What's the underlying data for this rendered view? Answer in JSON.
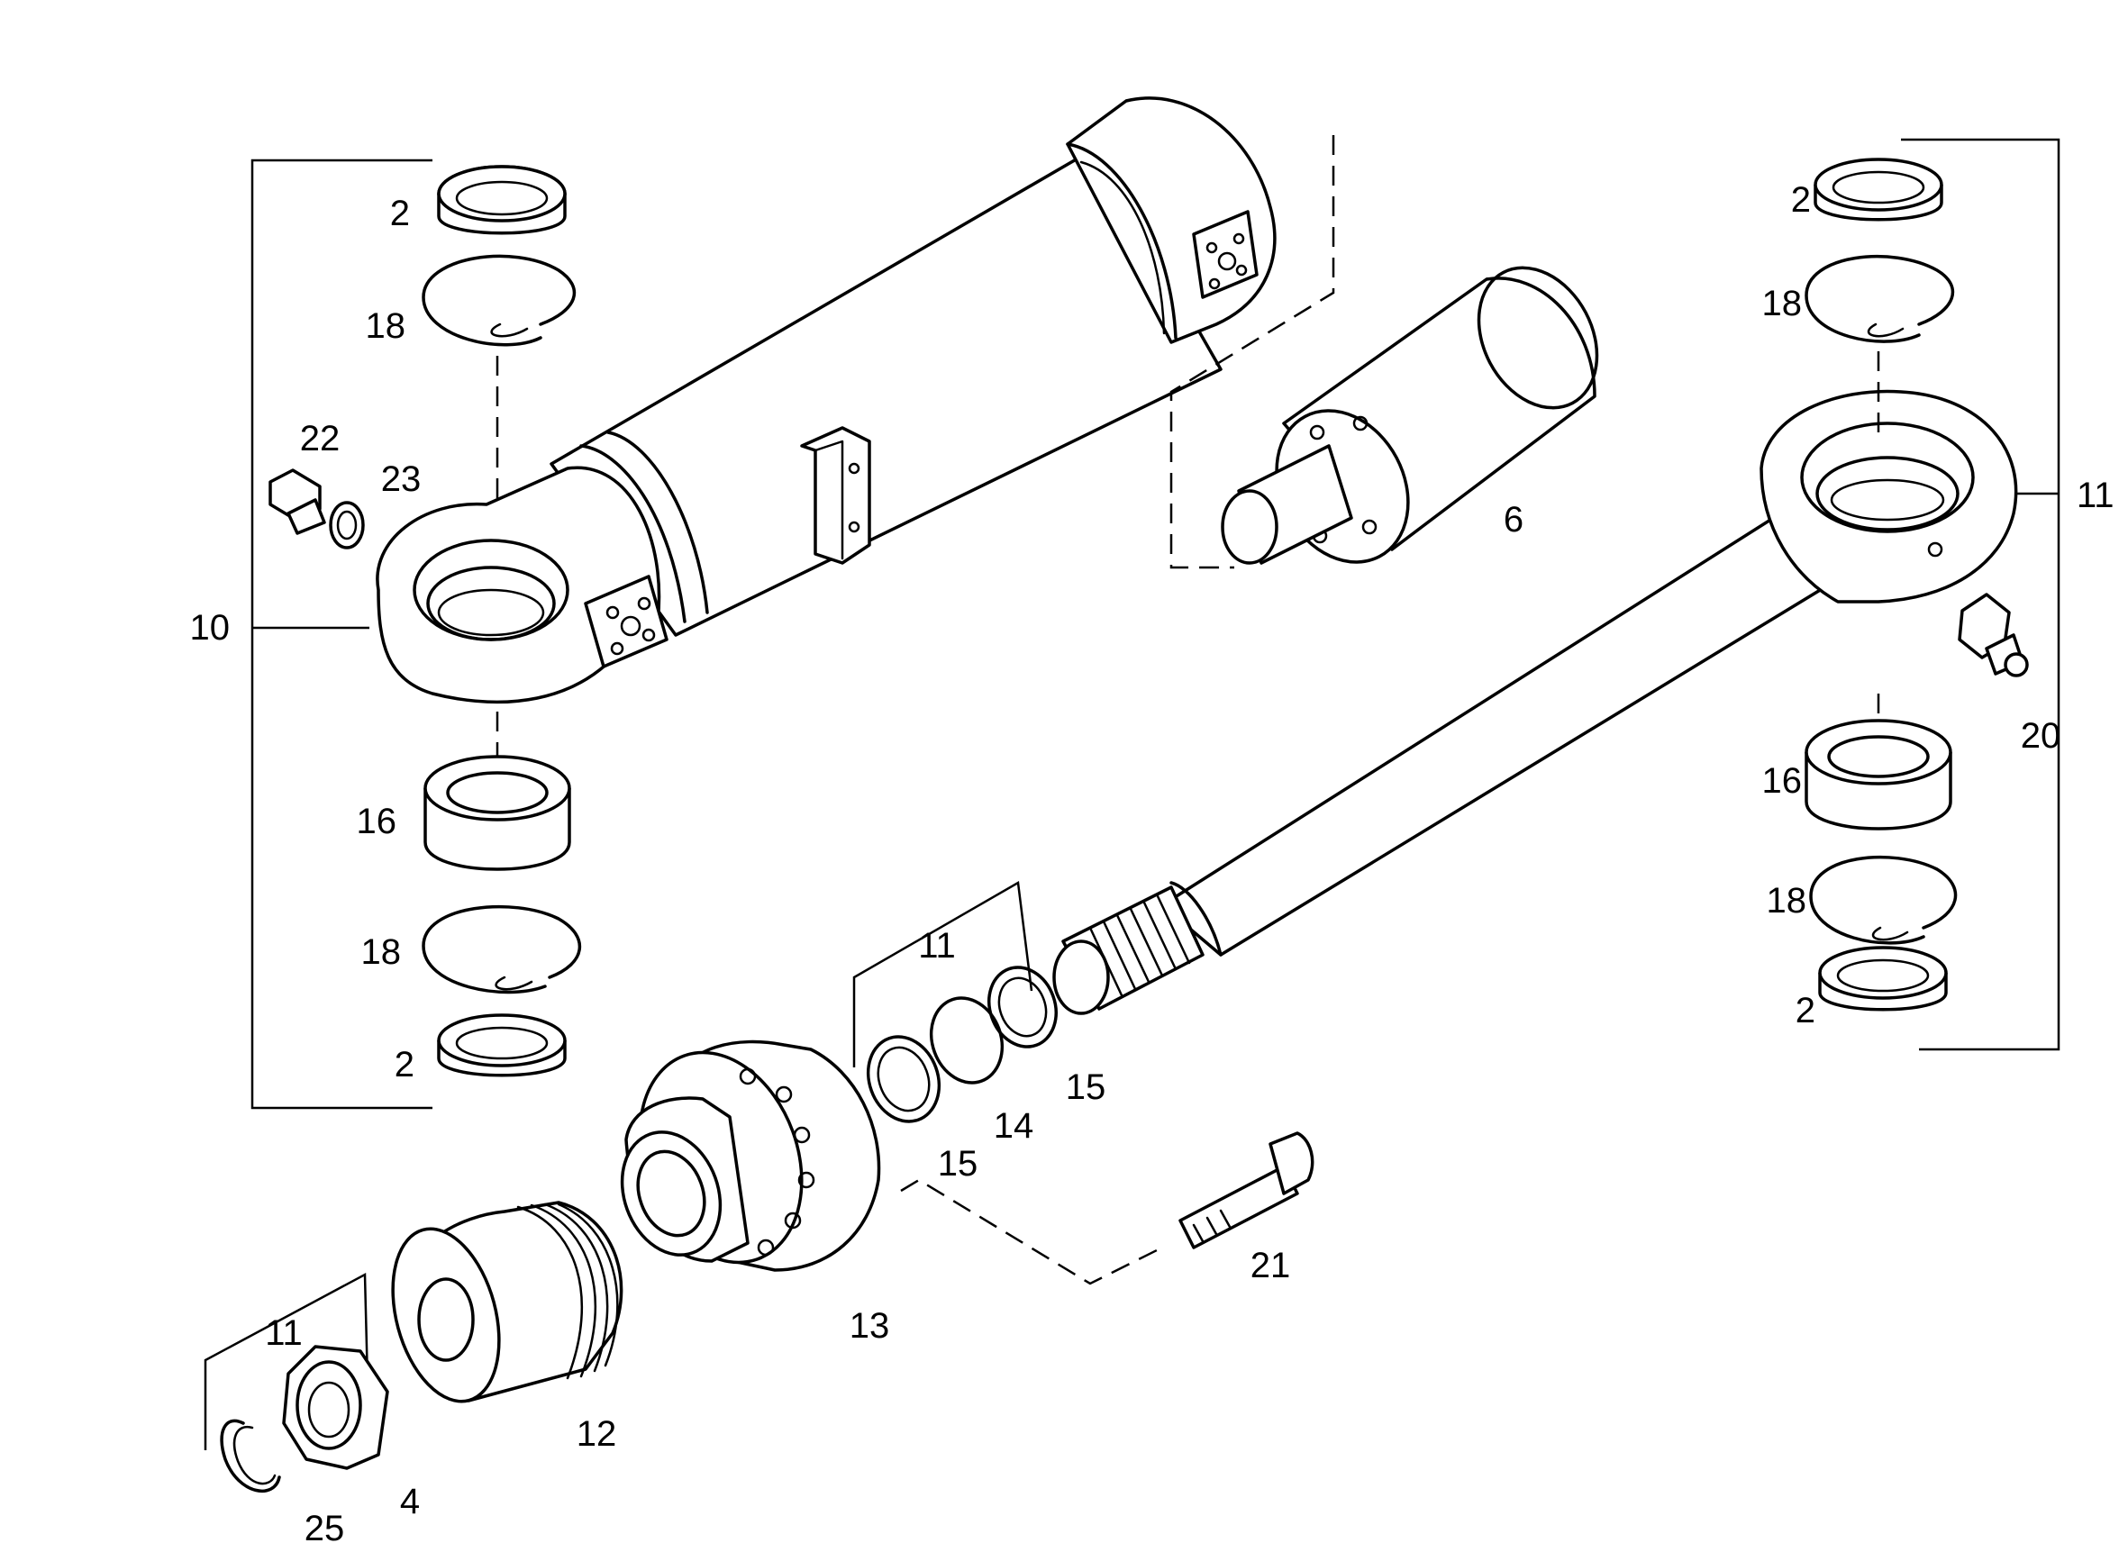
{
  "callouts": {
    "left_bracket_10": "10",
    "left_ring_2_top": "2",
    "left_circlip_18_top": "18",
    "plug_22": "22",
    "washer_23": "23",
    "left_bearing_16": "16",
    "left_circlip_18_bottom": "18",
    "left_ring_2_bottom": "2",
    "piston_6": "6",
    "right_ring_2_top": "2",
    "right_circlip_18_top": "18",
    "right_bracket_11": "11",
    "grease_nipple_20": "20",
    "right_bearing_16": "16",
    "right_circlip_18_bottom": "18",
    "right_ring_2_bottom": "2",
    "seal_kit_11_mid": "11",
    "seal_15_right": "15",
    "oring_14": "14",
    "seal_15_left": "15",
    "head_13": "13",
    "screw_21": "21",
    "piston_12": "12",
    "kit_11_bottom": "11",
    "nut_4": "4",
    "snap_ring_25": "25"
  }
}
